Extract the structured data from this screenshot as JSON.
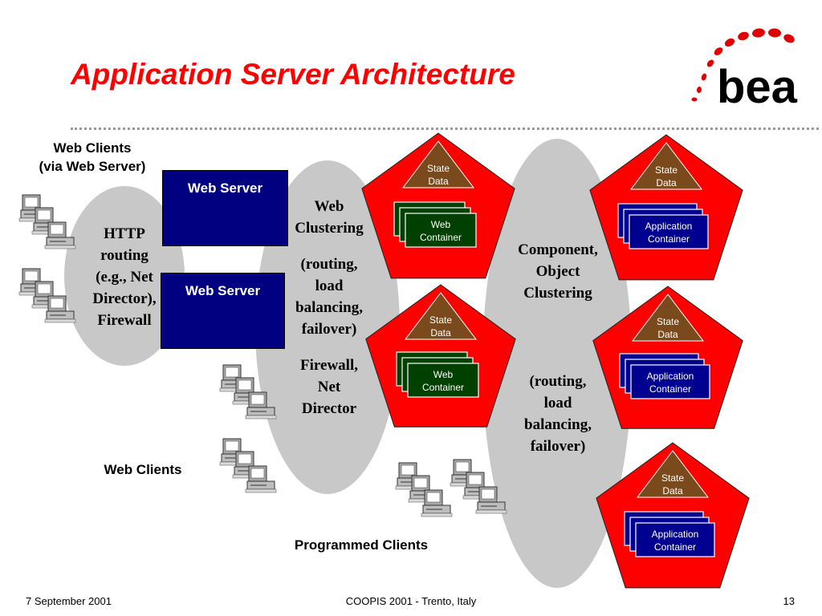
{
  "title": "Application Server Architecture",
  "logo_text": "bea",
  "labels": {
    "web_clients_top_line1": "Web Clients",
    "web_clients_top_line2": "(via Web Server)",
    "web_clients_mid": "Web Clients",
    "programmed_clients": "Programmed Clients"
  },
  "http_routing": [
    "HTTP",
    "routing",
    "(e.g., Net",
    "Director),",
    "Firewall"
  ],
  "web_clustering": [
    "Web",
    "Clustering",
    "",
    "(routing,",
    "load",
    "balancing,",
    "failover)",
    "",
    "Firewall,",
    "Net",
    "Director"
  ],
  "component_clustering": [
    "Component,",
    "Object",
    "Clustering",
    "",
    "",
    "",
    "(routing,",
    "load",
    "balancing,",
    "failover)"
  ],
  "web_servers": [
    "Web Server",
    "Web Server"
  ],
  "pentagons": [
    {
      "state": [
        "State",
        "Data"
      ],
      "container": [
        "Web",
        "Container"
      ]
    },
    {
      "state": [
        "State",
        "Data"
      ],
      "container": [
        "Web",
        "Container"
      ]
    },
    {
      "state": [
        "State",
        "Data"
      ],
      "container": [
        "Application",
        "Container"
      ]
    },
    {
      "state": [
        "State",
        "Data"
      ],
      "container": [
        "Application",
        "Container"
      ]
    },
    {
      "state": [
        "State",
        "Data"
      ],
      "container": [
        "Application",
        "Container"
      ]
    }
  ],
  "colors": {
    "title": "#ff0000",
    "pentagon": "#ff0000",
    "state_triangle": "#7a4a1c",
    "web_container": "#004000",
    "app_container": "#000090",
    "web_server": "#000080",
    "cluster_ellipse": "#c8c8c8"
  },
  "footer": {
    "date": "7 September 2001",
    "venue": "COOPIS 2001 - Trento, Italy",
    "page": "13"
  }
}
